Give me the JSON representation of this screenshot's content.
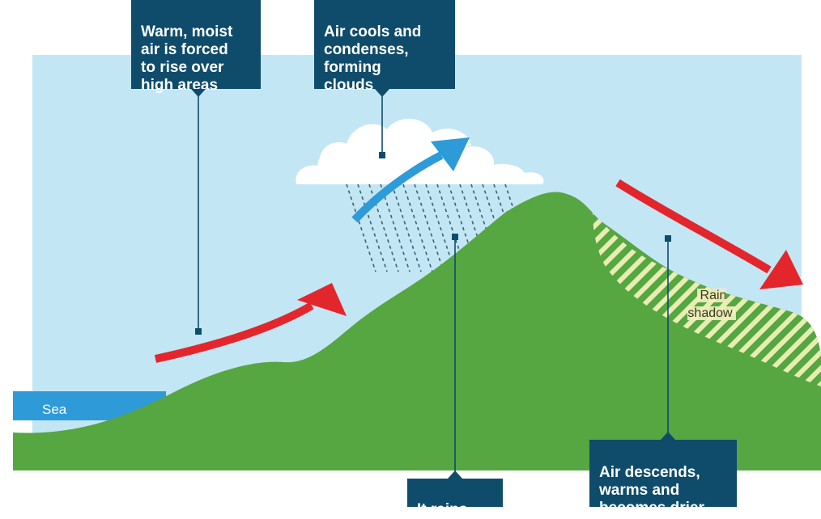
{
  "labels": {
    "warm_air": "Warm, moist\nair is forced\nto rise over\nhigh areas",
    "air_cools": "Air cools and\ncondenses,\nforming\nclouds",
    "it_rains": "It rains",
    "air_descends": "Air descends,\nwarms and\nbecomes drier",
    "sea": "Sea",
    "rain_shadow": "Rain\nshadow"
  },
  "colors": {
    "sky": "#c3e6f5",
    "land": "#56a642",
    "sea": "#2f9ad8",
    "callout": "#0f4c6b",
    "arrow_warm": "#e3262c",
    "arrow_cool": "#2e9bd9",
    "cloud": "#ffffff",
    "rain": "#3d5f73",
    "rain_shadow_hatch": "#e9edb2"
  },
  "icons": [
    "cloud-icon",
    "rain-icon",
    "warm-air-arrow-icon",
    "cool-air-arrow-icon",
    "descending-air-arrow-icon"
  ]
}
